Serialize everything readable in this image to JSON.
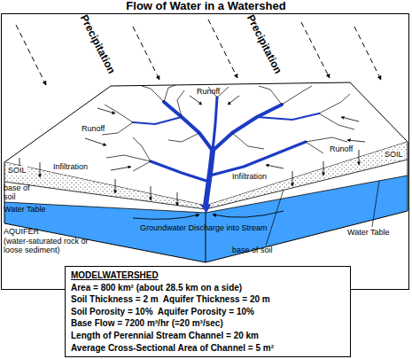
{
  "diagram": {
    "title": "Flow of Water in a Watershed",
    "nodes": [
      {
        "text": [
          "MODELWATERSHED",
          "Area = 800 km² (about 28.5 km on a side)",
          "Soil Thickness = 2 m  Aquifer Thickness = 20 m",
          "Soil Porosity = 10%  Aquifer Porosity = 10%",
          "Base Flow = 7200 m³/hr (=20 m³/sec)",
          "Length of Perennial Stream Channel = 20 km",
          "Average Cross-Sectional Area of Channel = 5 m²"
        ]
      }
    ],
    "labels": [
      "Precipitation",
      "Precipitation",
      "Runoff",
      "Runoff",
      "Runoff",
      "SOIL",
      "base of soil",
      "Water Table",
      "Infiltration",
      "Infiltration",
      "SOIL",
      "Water Table",
      "Groundwater Discharge into Stream",
      "base of soil",
      "AQUIFER",
      "(water-saturated rock or loose sediment)"
    ]
  }
}
